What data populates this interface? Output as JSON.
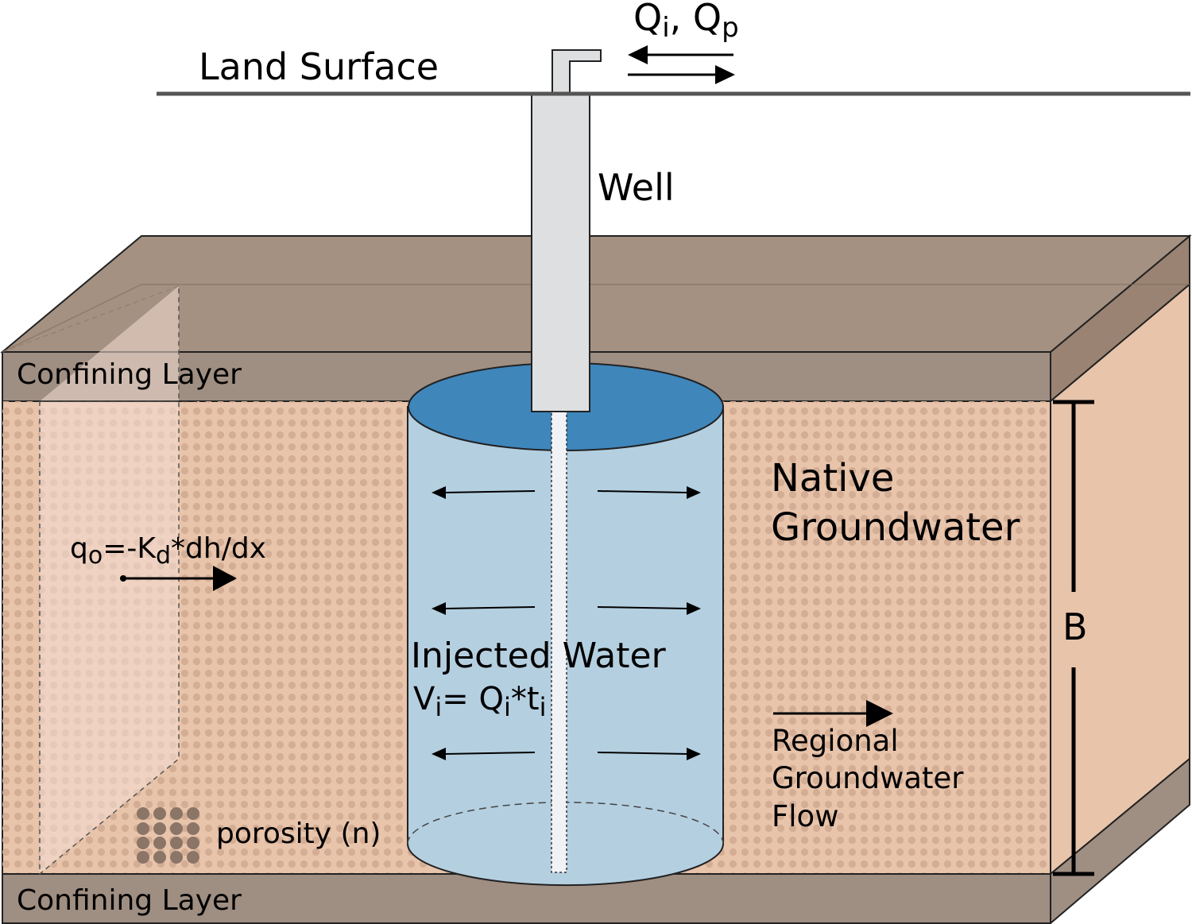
{
  "labels": {
    "land_surface": "Land Surface",
    "flow_rate_Q": "Q",
    "flow_rate_i": "i",
    "flow_rate_sep": ", Q",
    "flow_rate_p": "p",
    "well": "Well",
    "confining_top": "Confining Layer",
    "confining_bottom": "Confining Layer",
    "native_line1": "Native",
    "native_line2": "Groundwater",
    "darcy_q": "q",
    "darcy_o": "o",
    "darcy_mid": "=-K",
    "darcy_d": "d",
    "darcy_end": "*dh/dx",
    "injected": "Injected Water",
    "volume_V": "V",
    "volume_i1": "i",
    "volume_mid": "= Q",
    "volume_i2": "i",
    "volume_t": "*t",
    "volume_i3": "i",
    "regional_line1": "Regional",
    "regional_line2": "Groundwater",
    "regional_line3": "Flow",
    "porosity": "porosity (n)",
    "thickness": "B"
  },
  "colors": {
    "confining_front": "#9f8e82",
    "confining_top_face": "#a49181",
    "aquifer_front": "#e8c4ab",
    "aquifer_dots": "#c9a48c",
    "aquifer_side": "#e8c4ab",
    "injected_body": "#b4cfe0",
    "injected_top": "#3f86bb",
    "well_casing": "#dedfe1",
    "outline": "#222222"
  }
}
